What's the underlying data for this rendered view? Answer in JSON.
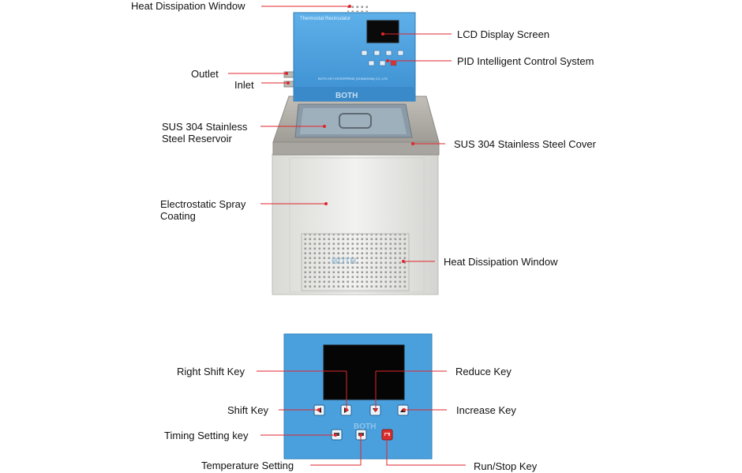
{
  "device": {
    "panel_title": "Thermostat Recirculator",
    "brand": "BOTH",
    "maker_line": "BOTH KEY ENTERPRISE (SHANGHAI) CO.,LTD"
  },
  "labels": {
    "heat_window_top": "Heat Dissipation Window",
    "lcd": "LCD Display Screen",
    "pid": "PID Intelligent Control System",
    "outlet": "Outlet",
    "inlet": "Inlet",
    "reservoir": [
      "SUS 304 Stainless",
      "Steel Reservoir"
    ],
    "cover": "SUS 304 Stainless Steel Cover",
    "coating": [
      "Electrostatic Spray",
      "Coating"
    ],
    "heat_window_side": "Heat Dissipation Window",
    "right_shift": "Right Shift Key",
    "reduce": "Reduce Key",
    "shift": "Shift Key",
    "increase": "Increase Key",
    "timing": "Timing Setting key",
    "temperature": "Temperature Setting",
    "run_stop": "Run/Stop Key"
  },
  "colors": {
    "panel_blue": "#4a9fdc",
    "leader_red": "#e0262b",
    "steel": "#c9c6c0",
    "body_white": "#ececea"
  }
}
